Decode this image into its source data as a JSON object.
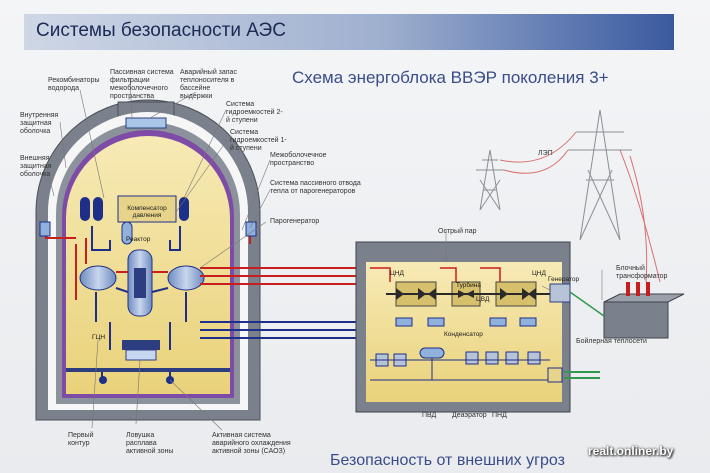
{
  "header": {
    "title": "Системы безопасности АЭС",
    "scheme_title": "Схема энергоблока ВВЭР поколения 3+",
    "bottom_title": "Безопасность от внешних угроз",
    "watermark": "realt.onliner.by"
  },
  "labels": {
    "recombiners": "Рекомбинаторы водорода",
    "passive_filter": "Пассивная система фильтрации межоболочечного пространства",
    "emergency_heat": "Аварийный запас теплоносителя в бассейне выдержки",
    "inner_shell": "Внутренняя защитная оболочка",
    "outer_shell": "Внешняя защитная оболочка",
    "hydro_stage2": "Система гидроемкостей 2-й ступени",
    "hydro_stage1": "Система гидроемкостей 1-й ступени",
    "intershell": "Межоболочечное пространство",
    "passive_heat_removal": "Система пассивного отвода тепла от парогенераторов",
    "steam_generator": "Парогенератор",
    "pressurizer": "Компенсатор давления",
    "reactor": "Реактор",
    "mcp": "ГЦН",
    "primary_circuit": "Первый контур",
    "core_catcher": "Ловушка расплава активной зоны",
    "eccs": "Активная система аварийного охлаждения активной зоны (САОЗ)",
    "live_steam": "Острый пар",
    "hp_cylinder_left": "ЦНД",
    "hp_cylinder_right": "ЦНД",
    "lp_cylinder": "ЦВД",
    "turbine": "Турбина",
    "generator": "Генератор",
    "condenser": "Конденсатор",
    "block_transformer": "Блочный трансформатор",
    "power_line": "ЛЭП",
    "boiler_unit": "Бойлерная теплосети",
    "hpp": "ПВД",
    "deaerator": "Деаэратор",
    "lpp": "ПНД"
  },
  "colors": {
    "hot_loop": "#c81e1e",
    "cold_loop": "#1e2f8a",
    "shell": "#5a6270",
    "purple_liner": "#7b3fa8",
    "reactor_fill": "#f3e3a6",
    "turbine_fill": "#f1de8e"
  }
}
